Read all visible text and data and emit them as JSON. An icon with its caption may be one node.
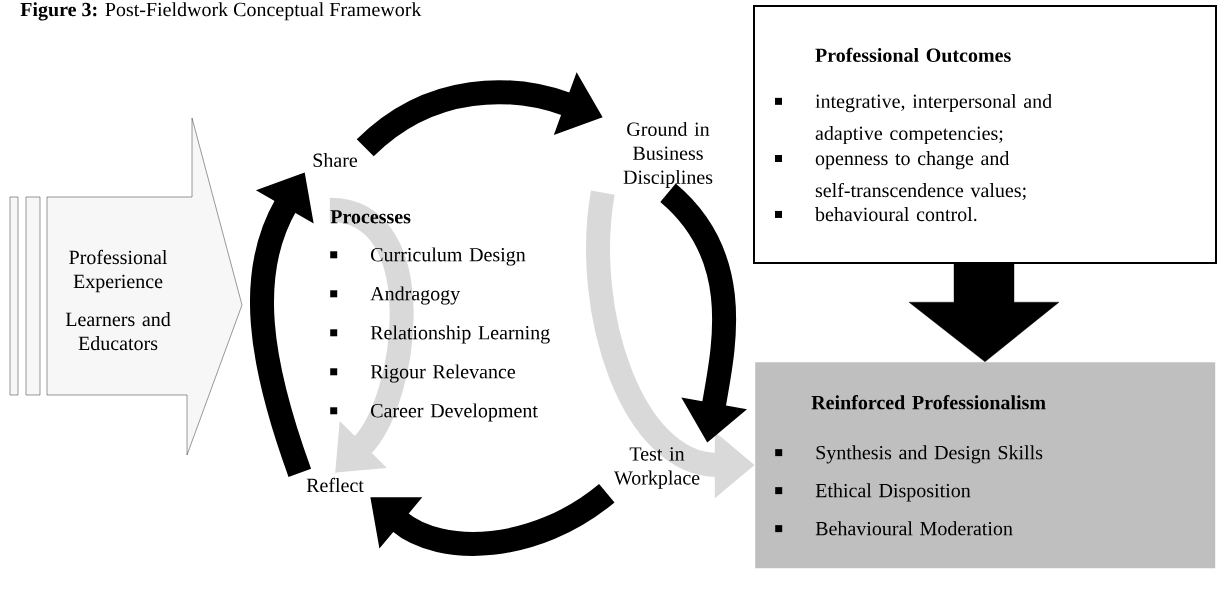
{
  "diagram": {
    "title": "**Figure 3:** Post-Fieldwork Conceptual Framework",
    "nodes": [
      {
        "text": [
          "Professional Experience",
          "Learners and Educators"
        ]
      },
      {
        "text": [
          "Share"
        ]
      },
      {
        "text": [
          "Ground in Business Disciplines"
        ]
      },
      {
        "text": [
          "Test in Workplace"
        ]
      },
      {
        "text": [
          "Reflect"
        ]
      },
      {
        "text": [
          "Processes",
          "Curriculum Design",
          "Andragogy",
          "Relationship Learning",
          "Rigour Relevance",
          "Career Development"
        ]
      },
      {
        "text": [
          "Professional Outcomes",
          "integrative, interpersonal and adaptive competencies;",
          "openness to change and self-transcendence values;",
          "behavioural control."
        ]
      },
      {
        "text": [
          "Reinforced Professionalism",
          "Synthesis and Design Skills",
          "Ethical Disposition",
          "Behavioural Moderation"
        ]
      }
    ],
    "edges": [
      {
        "from": 2,
        "to": 7,
        "arrow": "to",
        "color": "#d9d9d9"
      },
      {
        "from": 5,
        "to": 4,
        "arrow": "to",
        "color": "#d9d9d9"
      },
      {
        "from": 1,
        "to": 2,
        "arrow": "to"
      },
      {
        "from": 2,
        "to": 3,
        "arrow": "to"
      },
      {
        "from": 3,
        "to": 4,
        "arrow": "to"
      },
      {
        "from": 4,
        "to": 1,
        "arrow": "to"
      },
      {
        "from": 6,
        "to": 7,
        "arrow": "to",
        "style": "thick"
      }
    ]
  }
}
